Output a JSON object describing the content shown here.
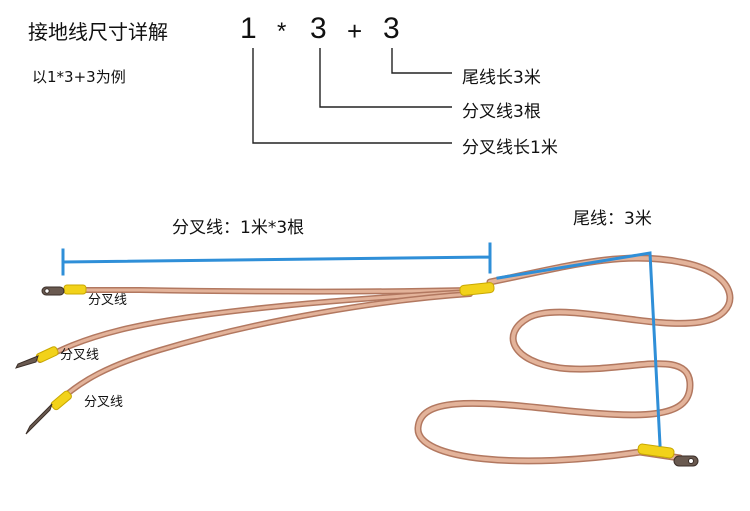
{
  "header": {
    "title": "接地线尺寸详解",
    "example": "以1*3+3为例"
  },
  "formula": {
    "branch_length": "1",
    "times": "*",
    "branch_count": "3",
    "plus": "+",
    "tail_length": "3"
  },
  "legend": {
    "tail_length_label": "尾线长3米",
    "branch_count_label": "分叉线3根",
    "branch_length_label": "分叉线长1米"
  },
  "photo_labels": {
    "branch_title": "分叉线：1米*3根",
    "tail_title": "尾线：3米",
    "branch_tags": [
      "分叉线",
      "分叉线",
      "分叉线"
    ]
  },
  "colors": {
    "wire": "#d9a489",
    "sleeve": "#f2d21a",
    "measure": "#2f8fd8"
  }
}
